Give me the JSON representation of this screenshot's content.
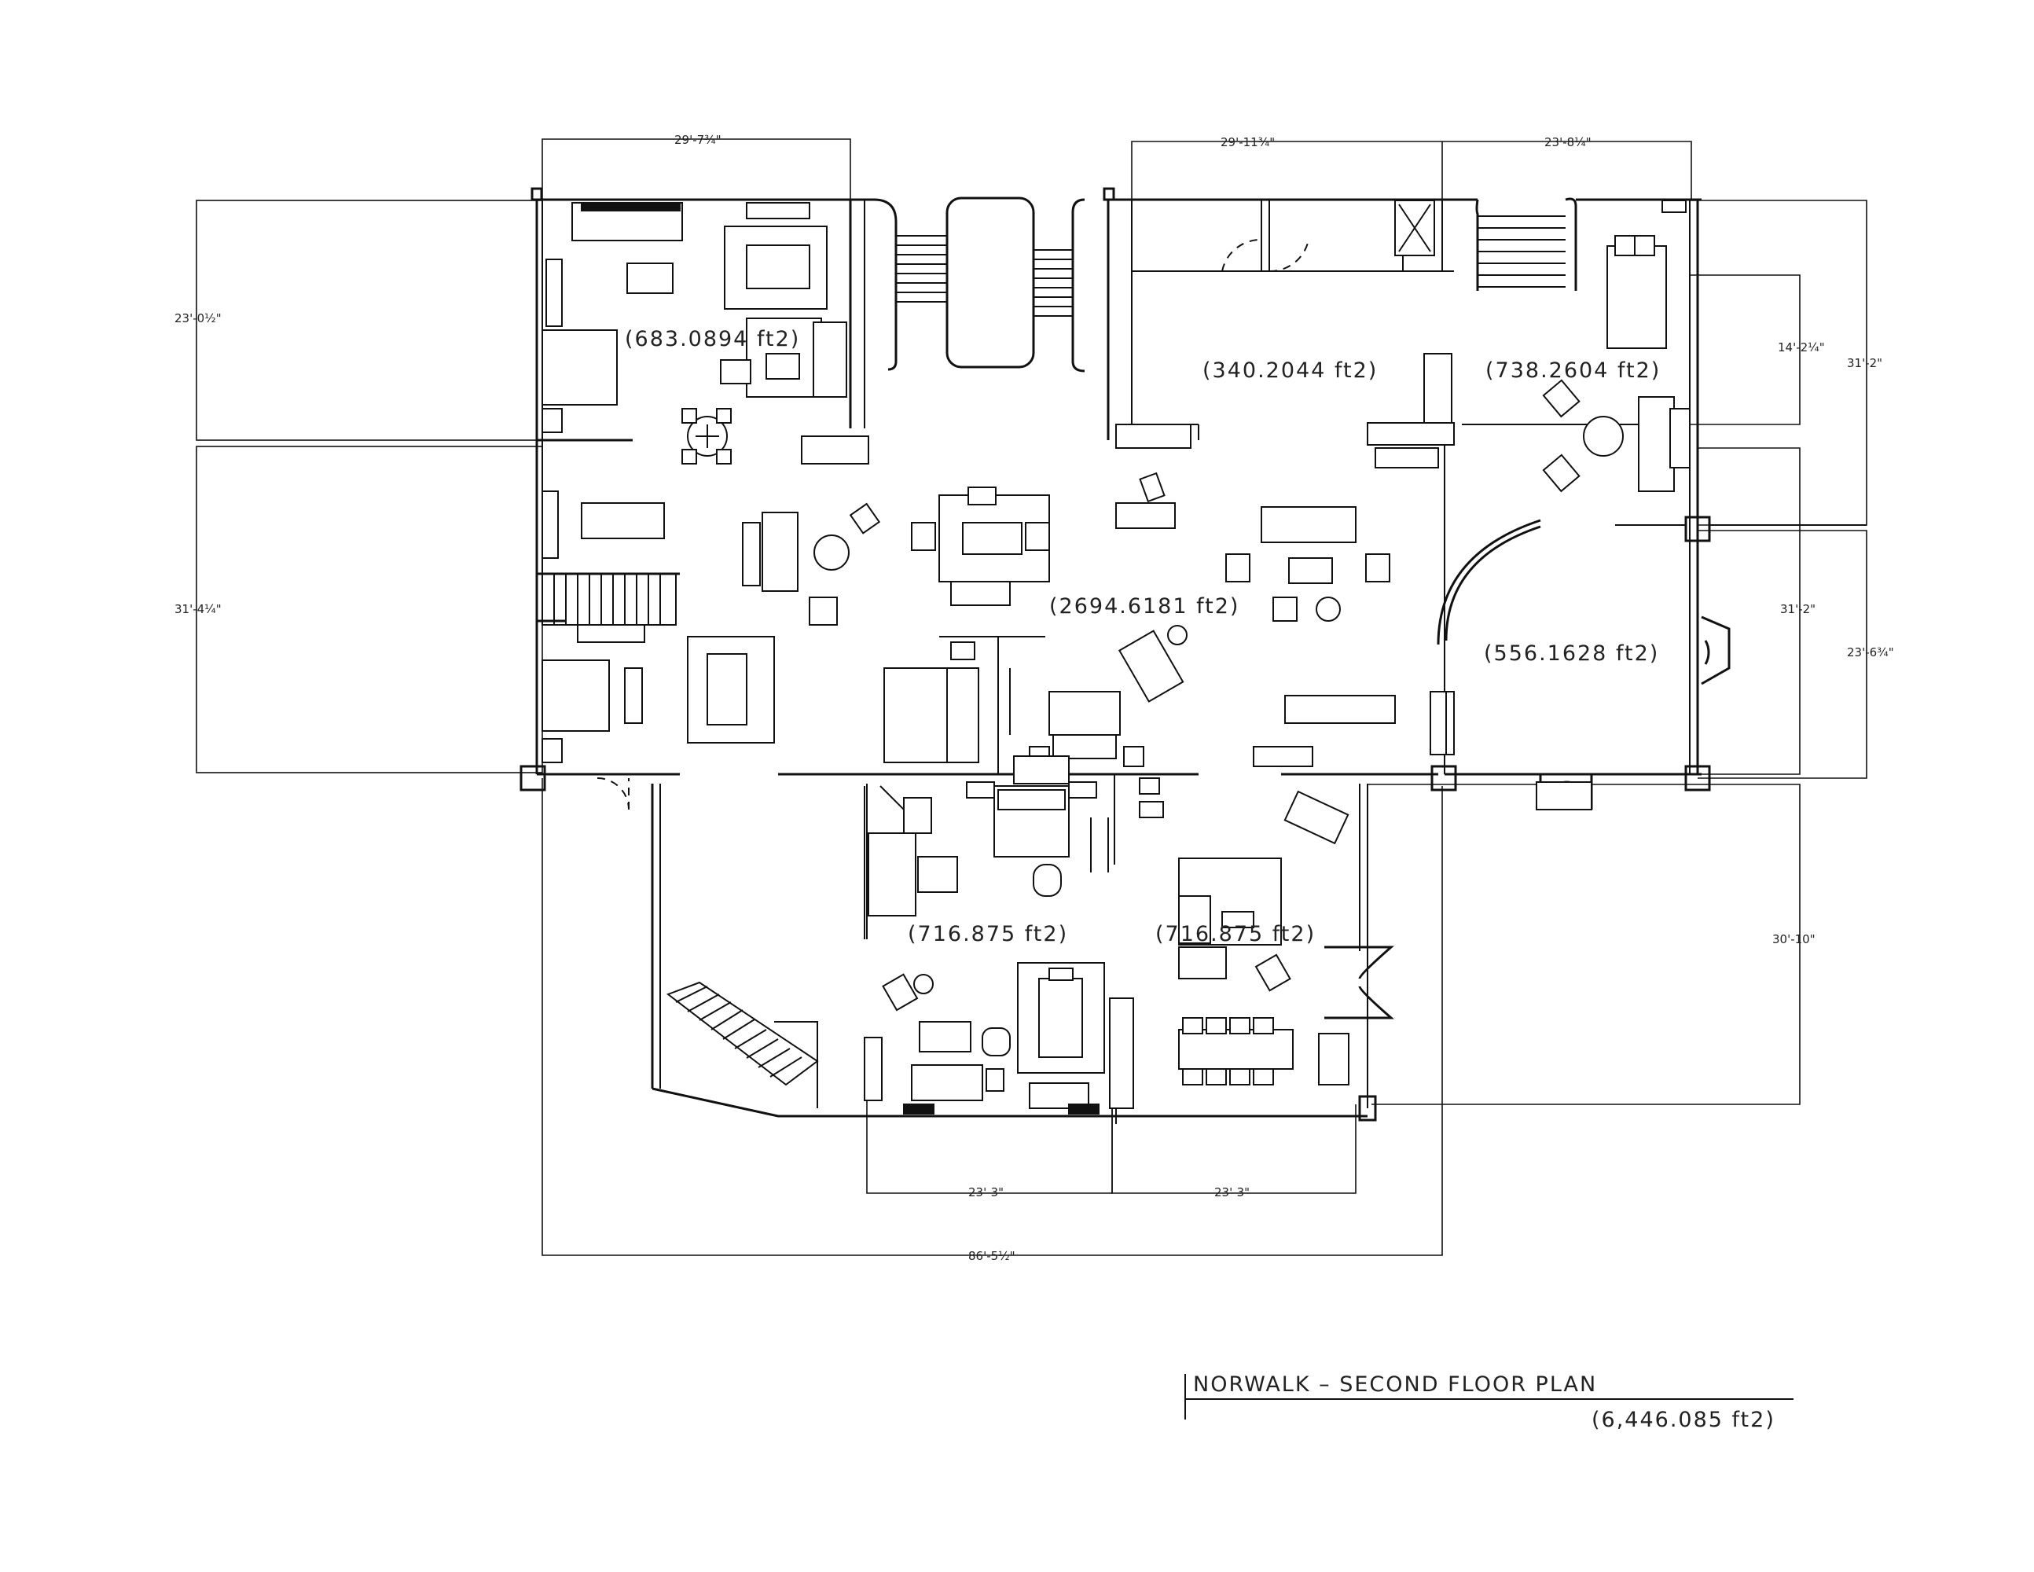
{
  "plan": {
    "title": "NORWALK  –  SECOND FLOOR PLAN",
    "total_area": "(6,446.085  ft2)",
    "rooms": {
      "room_683": "(683.0894  ft2)",
      "room_340": "(340.2044  ft2)",
      "room_738": "(738.2604  ft2)",
      "room_2694": "(2694.6181  ft2)",
      "room_556": "(556.1628  ft2)",
      "room_716_left": "(716.875  ft2)",
      "room_716_right": "(716.875  ft2)"
    },
    "dimensions": {
      "top_left_width": "29'-7¾\"",
      "top_mid_width": "29'-11¾\"",
      "top_right_width": "23'-8¼\"",
      "left_upper_height": "23'-0½\"",
      "left_lower_height": "31'-4¼\"",
      "right_inner_upper": "14'-2¼\"",
      "right_outer_upper": "31'-2\"",
      "right_inner_mid": "31'-2\"",
      "right_outer_mid": "23'-6¾\"",
      "right_lower": "30'-10\"",
      "bottom_left": "23'-3\"",
      "bottom_right": "23'-3\"",
      "bottom_total": "86'-5½\""
    }
  }
}
